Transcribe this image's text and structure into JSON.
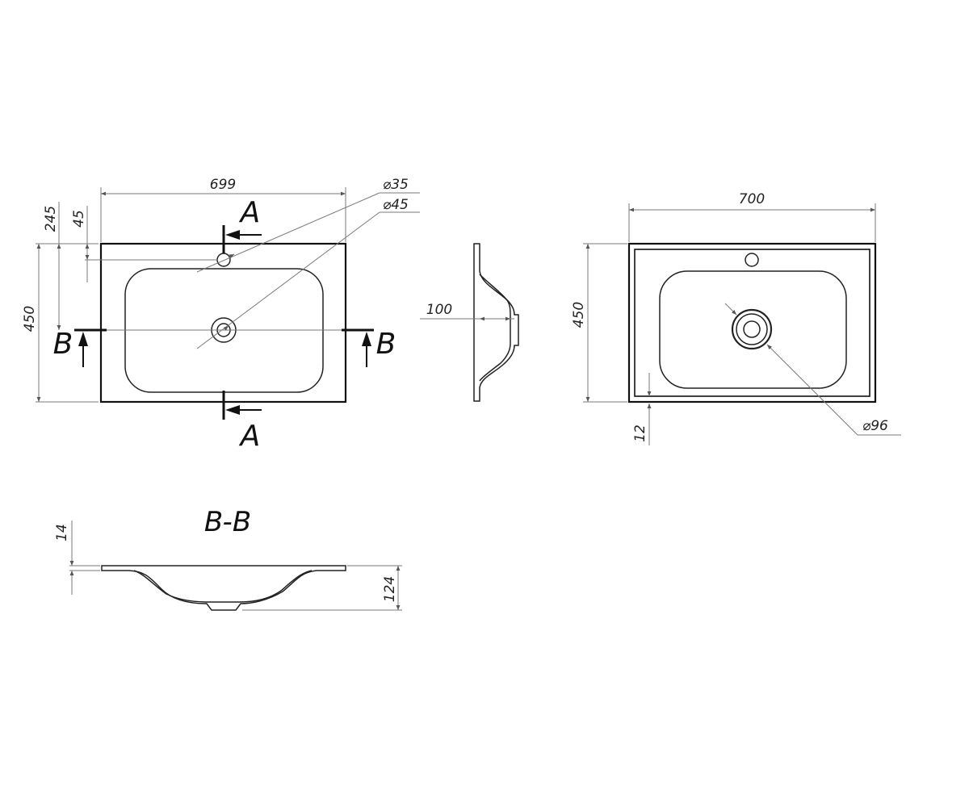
{
  "top_view": {
    "width_label": "699",
    "height_label": "450",
    "tap_offset_label": "245",
    "tap_edge_label": "45",
    "tap_hole_label": "⌀35",
    "drain_hole_label": "⌀45",
    "section_a_label": "A",
    "section_b_label": "B"
  },
  "side_view": {
    "depth_label": "100"
  },
  "bottom_view": {
    "width_label": "700",
    "height_label": "450",
    "rim_label": "12",
    "drain_label": "⌀96"
  },
  "section_bb": {
    "title": "B-B",
    "thickness_label": "14",
    "height_label": "124"
  }
}
